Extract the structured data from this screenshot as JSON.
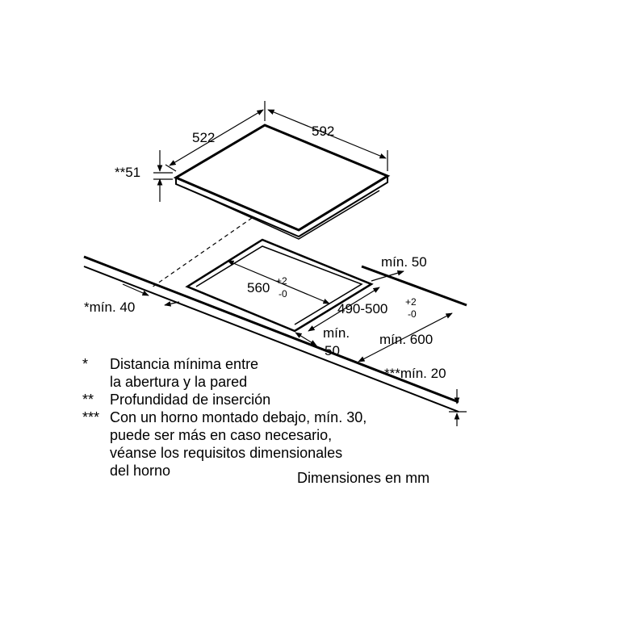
{
  "dimensions": {
    "cooktop_depth": "522",
    "cooktop_width": "592",
    "insertion_depth": "**51",
    "cutout_width": "560",
    "cutout_width_tol_upper": "+2",
    "cutout_width_tol_lower": "-0",
    "cutout_depth": "490-500",
    "cutout_depth_tol_upper": "+2",
    "cutout_depth_tol_lower": "-0",
    "min_side_right": "mín. 50",
    "min_wall_distance": "*mín. 40",
    "min_front_label": "mín.",
    "min_front_value": "50",
    "min_counter_depth": "mín. 600",
    "min_under_oven": "***mín. 20"
  },
  "notes": [
    {
      "mark": "*",
      "lines": [
        "Distancia mínima entre",
        "la abertura y la pared"
      ]
    },
    {
      "mark": "**",
      "lines": [
        "Profundidad de inserción"
      ]
    },
    {
      "mark": "***",
      "lines": [
        "Con un horno montado debajo, mín. 30,",
        "puede ser más en caso necesario,",
        "véanse los requisitos dimensionales",
        "del horno"
      ]
    }
  ],
  "units_label": "Dimensiones en mm"
}
